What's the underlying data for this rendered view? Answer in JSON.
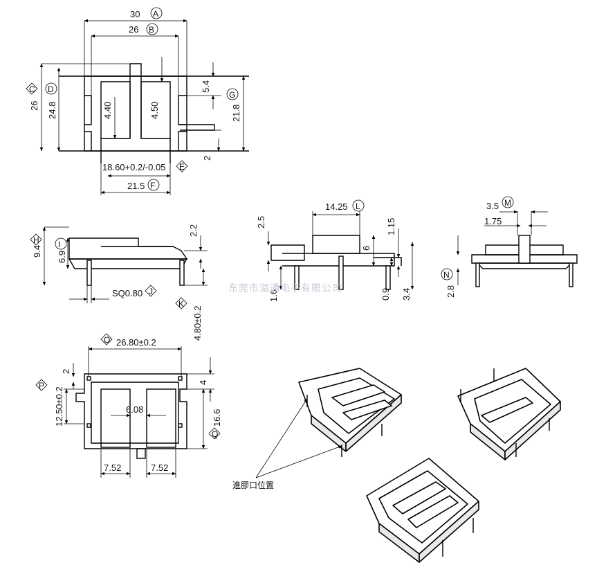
{
  "top_view": {
    "dim_overall_width": "30",
    "dim_overall_width_tag": "A",
    "dim_inner_width": "26",
    "dim_inner_width_tag": "B",
    "dim_overall_height": "26",
    "dim_overall_height_tag": "C",
    "dim_inner_height": "24.8",
    "dim_inner_height_tag": "D",
    "dim_left_slot": "4.40",
    "dim_right_slot": "4.50",
    "dim_notch": "5.4",
    "dim_side_height": "21.8",
    "dim_side_height_tag": "G",
    "dim_bottom_offset": "2",
    "dim_slot_width": "18.60+0.2/-0.05",
    "dim_slot_width_tag": "E",
    "dim_base_width": "21.5",
    "dim_base_width_tag": "F"
  },
  "front_view": {
    "dim_total_height": "9.4",
    "dim_total_height_tag": "H",
    "dim_body_height": "6.9",
    "dim_body_height_tag": "I",
    "dim_step": "2.2",
    "dim_pin": "SQ0.80",
    "dim_pin_tag": "J",
    "dim_pin_length": "4.80±0.2",
    "dim_pin_length_tag": "K"
  },
  "side_view": {
    "dim_top_width": "14.25",
    "dim_top_width_tag": "L",
    "dim_top_height": "2.5",
    "dim_step": "1.15",
    "dim_mid": "6",
    "dim_base": "1.6",
    "dim_foot": "0.9",
    "dim_pin": "3.4"
  },
  "end_view": {
    "dim_center": "3.5",
    "dim_center_tag": "M",
    "dim_rib": "1.75",
    "dim_height": "2.8",
    "dim_height_tag": "N"
  },
  "bottom_view": {
    "dim_width": "26.80±0.2",
    "dim_width_tag": "O",
    "dim_height": "12.50±0.2",
    "dim_height_tag": "P",
    "dim_side": "16.6",
    "dim_side_tag": "Q",
    "dim_edge": "2",
    "dim_notch": "4",
    "dim_gap": "6.08",
    "dim_left_slot": "7.52",
    "dim_right_slot": "7.52"
  },
  "watermark": "东莞市溢通电子有限公司",
  "annotation_gate": "進膠口位置"
}
